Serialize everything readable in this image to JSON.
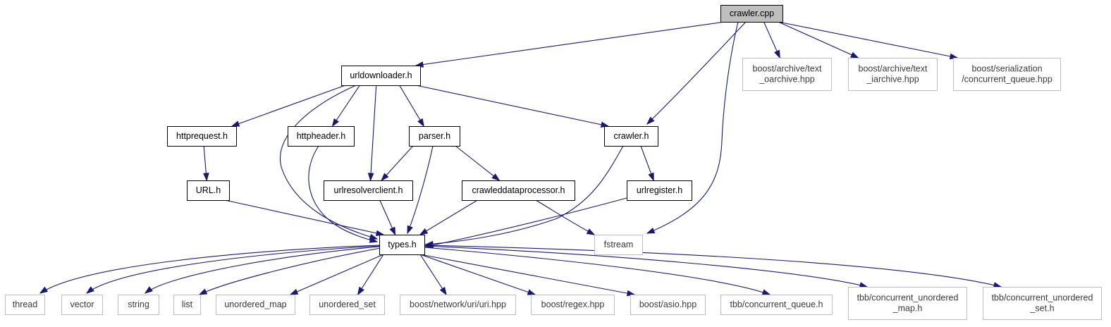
{
  "diagram": {
    "type": "include-dependency-graph",
    "nodes": [
      {
        "id": "crawler_cpp",
        "lines": [
          "crawler.cpp"
        ],
        "kind": "root"
      },
      {
        "id": "urldownloader_h",
        "lines": [
          "urldownloader.h"
        ],
        "kind": "file"
      },
      {
        "id": "boost_text_oarchive",
        "lines": [
          "boost/archive/text",
          "_oarchive.hpp"
        ],
        "kind": "external"
      },
      {
        "id": "boost_text_iarchive",
        "lines": [
          "boost/archive/text",
          "_iarchive.hpp"
        ],
        "kind": "external"
      },
      {
        "id": "boost_serialization_cq",
        "lines": [
          "boost/serialization",
          "/concurrent_queue.hpp"
        ],
        "kind": "external"
      },
      {
        "id": "httprequest_h",
        "lines": [
          "httprequest.h"
        ],
        "kind": "file"
      },
      {
        "id": "httpheader_h",
        "lines": [
          "httpheader.h"
        ],
        "kind": "file"
      },
      {
        "id": "parser_h",
        "lines": [
          "parser.h"
        ],
        "kind": "file"
      },
      {
        "id": "crawler_h",
        "lines": [
          "crawler.h"
        ],
        "kind": "file"
      },
      {
        "id": "url_h",
        "lines": [
          "URL.h"
        ],
        "kind": "file"
      },
      {
        "id": "urlresolverclient_h",
        "lines": [
          "urlresolverclient.h"
        ],
        "kind": "file"
      },
      {
        "id": "crawleddataprocessor_h",
        "lines": [
          "crawleddataprocessor.h"
        ],
        "kind": "file"
      },
      {
        "id": "urlregister_h",
        "lines": [
          "urlregister.h"
        ],
        "kind": "file"
      },
      {
        "id": "types_h",
        "lines": [
          "types.h"
        ],
        "kind": "file"
      },
      {
        "id": "fstream",
        "lines": [
          "fstream"
        ],
        "kind": "external"
      },
      {
        "id": "thread",
        "lines": [
          "thread"
        ],
        "kind": "external"
      },
      {
        "id": "vector",
        "lines": [
          "vector"
        ],
        "kind": "external"
      },
      {
        "id": "string",
        "lines": [
          "string"
        ],
        "kind": "external"
      },
      {
        "id": "list",
        "lines": [
          "list"
        ],
        "kind": "external"
      },
      {
        "id": "unordered_map",
        "lines": [
          "unordered_map"
        ],
        "kind": "external"
      },
      {
        "id": "unordered_set",
        "lines": [
          "unordered_set"
        ],
        "kind": "external"
      },
      {
        "id": "boost_uri",
        "lines": [
          "boost/network/uri/uri.hpp"
        ],
        "kind": "external"
      },
      {
        "id": "boost_regex",
        "lines": [
          "boost/regex.hpp"
        ],
        "kind": "external"
      },
      {
        "id": "boost_asio",
        "lines": [
          "boost/asio.hpp"
        ],
        "kind": "external"
      },
      {
        "id": "tbb_cq",
        "lines": [
          "tbb/concurrent_queue.h"
        ],
        "kind": "external"
      },
      {
        "id": "tbb_cum",
        "lines": [
          "tbb/concurrent_unordered",
          "_map.h"
        ],
        "kind": "external"
      },
      {
        "id": "tbb_cus",
        "lines": [
          "tbb/concurrent_unordered",
          "_set.h"
        ],
        "kind": "external"
      }
    ],
    "edges": [
      {
        "from": "crawler_cpp",
        "to": "urldownloader_h"
      },
      {
        "from": "crawler_cpp",
        "to": "crawler_h"
      },
      {
        "from": "crawler_cpp",
        "to": "fstream"
      },
      {
        "from": "crawler_cpp",
        "to": "boost_text_oarchive"
      },
      {
        "from": "crawler_cpp",
        "to": "boost_text_iarchive"
      },
      {
        "from": "crawler_cpp",
        "to": "boost_serialization_cq"
      },
      {
        "from": "urldownloader_h",
        "to": "httprequest_h"
      },
      {
        "from": "urldownloader_h",
        "to": "httpheader_h"
      },
      {
        "from": "urldownloader_h",
        "to": "parser_h"
      },
      {
        "from": "urldownloader_h",
        "to": "crawler_h"
      },
      {
        "from": "urldownloader_h",
        "to": "urlresolverclient_h"
      },
      {
        "from": "urldownloader_h",
        "to": "types_h"
      },
      {
        "from": "httprequest_h",
        "to": "url_h"
      },
      {
        "from": "httpheader_h",
        "to": "types_h"
      },
      {
        "from": "parser_h",
        "to": "urlresolverclient_h"
      },
      {
        "from": "parser_h",
        "to": "crawleddataprocessor_h"
      },
      {
        "from": "parser_h",
        "to": "types_h"
      },
      {
        "from": "crawler_h",
        "to": "urlregister_h"
      },
      {
        "from": "crawler_h",
        "to": "types_h"
      },
      {
        "from": "url_h",
        "to": "types_h"
      },
      {
        "from": "urlresolverclient_h",
        "to": "types_h"
      },
      {
        "from": "crawleddataprocessor_h",
        "to": "types_h"
      },
      {
        "from": "crawleddataprocessor_h",
        "to": "fstream"
      },
      {
        "from": "urlregister_h",
        "to": "types_h"
      },
      {
        "from": "types_h",
        "to": "thread"
      },
      {
        "from": "types_h",
        "to": "vector"
      },
      {
        "from": "types_h",
        "to": "string"
      },
      {
        "from": "types_h",
        "to": "list"
      },
      {
        "from": "types_h",
        "to": "unordered_map"
      },
      {
        "from": "types_h",
        "to": "unordered_set"
      },
      {
        "from": "types_h",
        "to": "boost_uri"
      },
      {
        "from": "types_h",
        "to": "boost_regex"
      },
      {
        "from": "types_h",
        "to": "boost_asio"
      },
      {
        "from": "types_h",
        "to": "tbb_cq"
      },
      {
        "from": "types_h",
        "to": "tbb_cum"
      },
      {
        "from": "types_h",
        "to": "tbb_cus"
      }
    ],
    "colors": {
      "edge": "#191970",
      "root_fill": "#bfbfbf",
      "node_border": "#000000",
      "external_border": "#bfbfbf",
      "background": "#ffffff"
    }
  }
}
